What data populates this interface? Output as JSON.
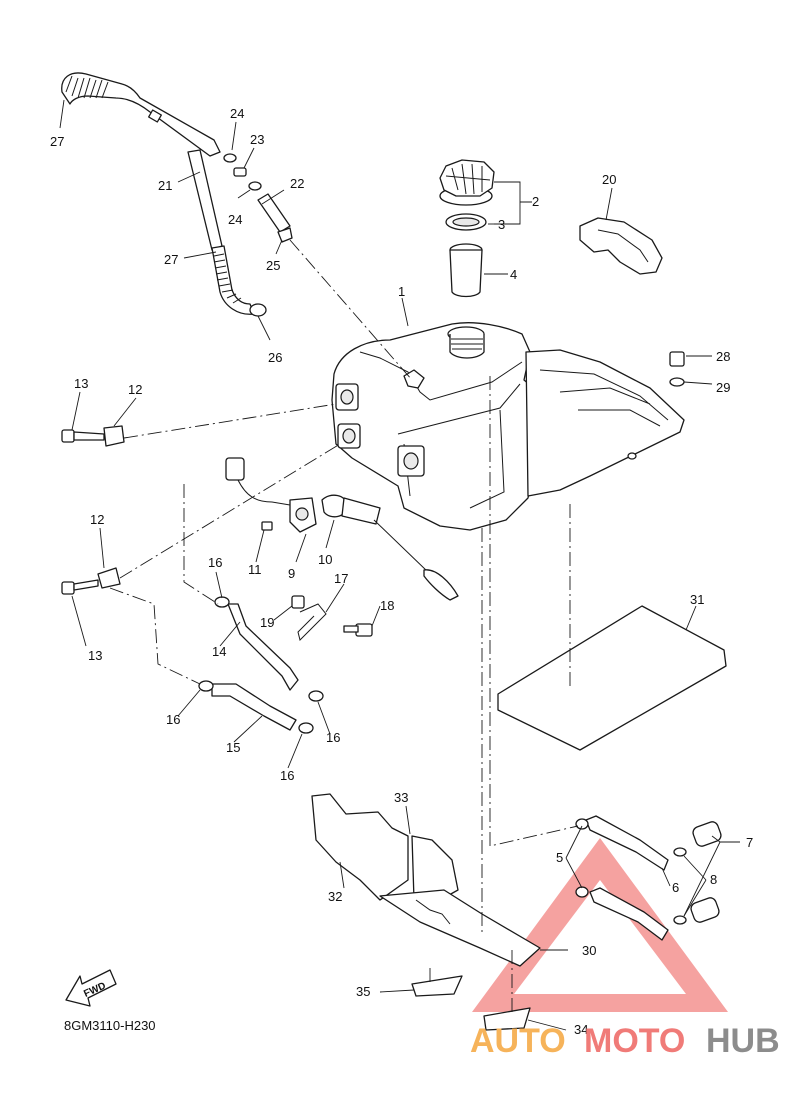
{
  "diagram_code": "8GM3110-H230",
  "fwd_label": "FWD",
  "watermark": {
    "part1": "AUTO",
    "part2": "MOTO",
    "part3": "HUB",
    "color_orange": "#f6b35a",
    "color_red": "#f07b78",
    "color_gray": "#8c8c8c"
  },
  "callouts": {
    "c1": "1",
    "c2": "2",
    "c3": "3",
    "c4": "4",
    "c5": "5",
    "c6": "6",
    "c7": "7",
    "c8": "8",
    "c9": "9",
    "c10": "10",
    "c11": "11",
    "c12a": "12",
    "c12b": "12",
    "c13a": "13",
    "c13b": "13",
    "c14": "14",
    "c15": "15",
    "c16a": "16",
    "c16b": "16",
    "c16c": "16",
    "c16d": "16",
    "c17": "17",
    "c18": "18",
    "c19": "19",
    "c20": "20",
    "c21": "21",
    "c22": "22",
    "c23": "23",
    "c24a": "24",
    "c24b": "24",
    "c25": "25",
    "c26": "26",
    "c27a": "27",
    "c27b": "27",
    "c28": "28",
    "c29": "29",
    "c30": "30",
    "c31": "31",
    "c32": "32",
    "c33": "33",
    "c34": "34",
    "c35": "35"
  }
}
